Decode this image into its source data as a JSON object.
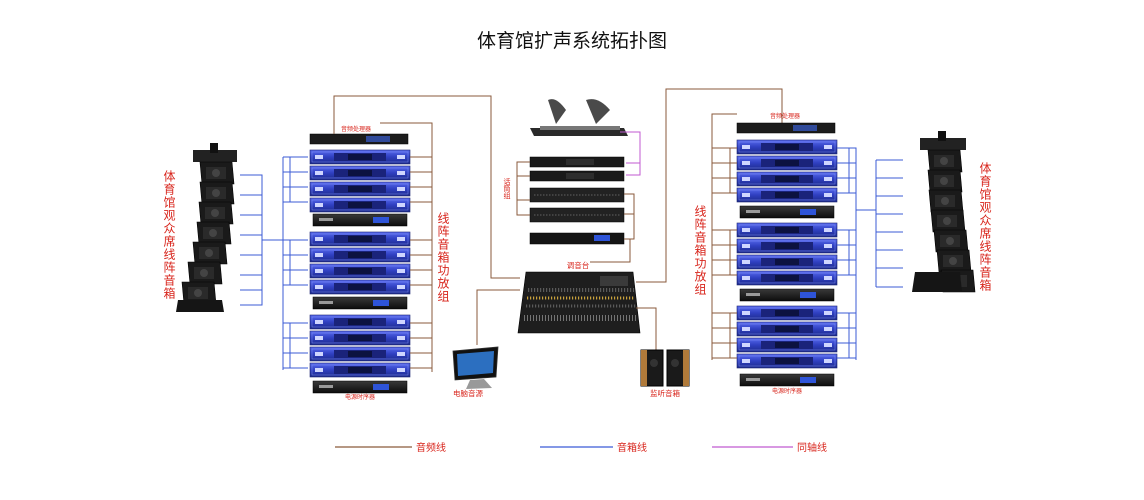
{
  "title": "体育馆扩声系统拓扑图",
  "labels": {
    "left_speaker": "体育馆观众席线阵音箱",
    "right_speaker": "体育馆观众席线阵音箱",
    "left_amp_group": "线阵音箱功放组",
    "right_amp_group": "线阵音箱功放组",
    "left_processor": "音频处理器",
    "right_processor": "音频处理器",
    "left_sequencer": "电源时序器",
    "right_sequencer": "电源时序器",
    "mic_group": "话筒组",
    "mixer": "调音台",
    "computer": "电脑音源",
    "monitor": "监听音箱"
  },
  "legend": [
    {
      "label": "音频线",
      "color": "#8a5a3b"
    },
    {
      "label": "音箱线",
      "color": "#3b5bd6"
    },
    {
      "label": "同轴线",
      "color": "#c05ad0"
    }
  ],
  "colors": {
    "audio_line": "#8a5a3b",
    "speaker_line": "#3b5bd6",
    "coax_line": "#c05ad0",
    "amp_blue": "#3546c8",
    "label_red": "#d8251c"
  }
}
